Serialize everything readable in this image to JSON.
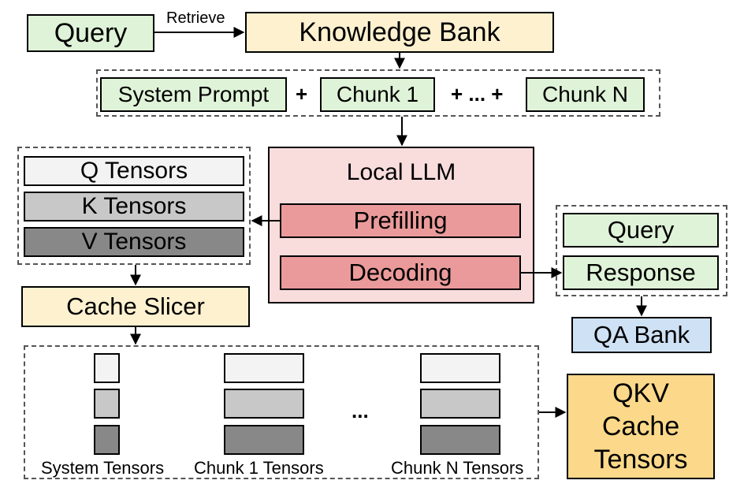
{
  "top": {
    "query": "Query",
    "retrieve": "Retrieve",
    "knowledge_bank": "Knowledge Bank"
  },
  "prompt_row": {
    "system_prompt": "System Prompt",
    "plus1": "+",
    "chunk1": "Chunk 1",
    "plus_ellipsis": "+ ... +",
    "chunkN": "Chunk N"
  },
  "tensors": {
    "q": "Q Tensors",
    "k": "K Tensors",
    "v": "V Tensors"
  },
  "cache_slicer": "Cache Slicer",
  "llm": {
    "title": "Local LLM",
    "prefilling": "Prefilling",
    "decoding": "Decoding"
  },
  "qa": {
    "query": "Query",
    "response": "Response",
    "bank": "QA Bank"
  },
  "sliced": {
    "system_label": "System Tensors",
    "chunk1_label": "Chunk 1 Tensors",
    "ellipsis": "...",
    "chunkN_label": "Chunk N Tensors"
  },
  "qkv_cache": {
    "line1": "QKV",
    "line2": "Cache",
    "line3": "Tensors"
  },
  "colors": {
    "green": "#dff3d8",
    "yellow": "#fdf1cf",
    "pink": "#f9dcdc",
    "red": "#ea9a9a",
    "blue": "#cfe1f5",
    "orange": "#fcd98a",
    "tensor_light": "#f3f3f3",
    "tensor_mid": "#c8c8c8",
    "tensor_dark": "#888888"
  }
}
